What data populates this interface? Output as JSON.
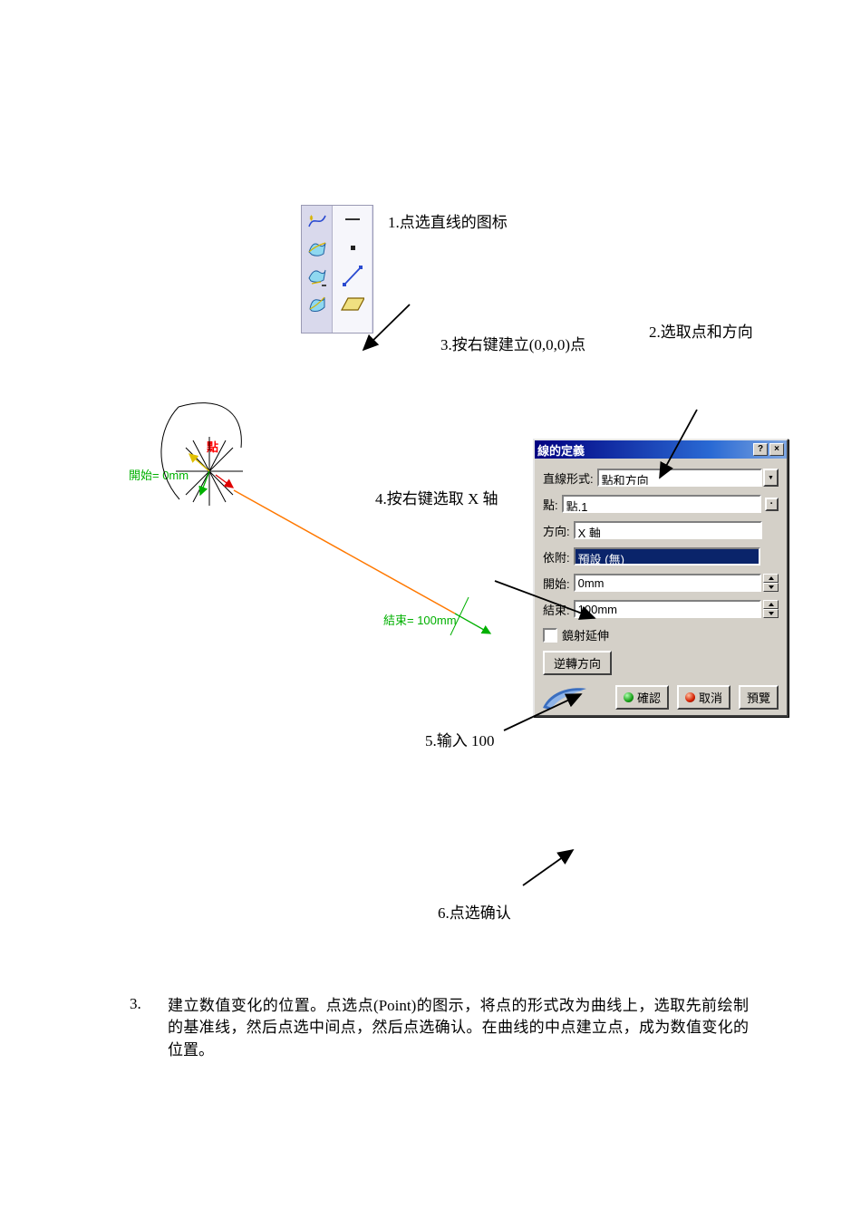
{
  "toolbar": {
    "icons_left": [
      "sweep-surface-icon",
      "loft-surface-icon",
      "offset-surface-icon",
      "fill-surface-icon"
    ],
    "icons_right": [
      "dash-icon",
      "point-icon",
      "line-icon",
      "plane-icon"
    ]
  },
  "annotations": {
    "step1": "1.点选直线的图标",
    "step2": "2.选取点和方向",
    "step3": "3.按右键建立(0,0,0)点",
    "step4": "4.按右键选取 X 轴",
    "step5": "5.输入 100",
    "step6": "6.点选确认"
  },
  "sketch": {
    "point_label": "點",
    "start_label": "開始= 0mm",
    "end_label": "結束= 100mm",
    "line_color": "#ff7800",
    "label_color": "#00b000",
    "point_color": "#ff0000"
  },
  "dialog": {
    "title": "線的定義",
    "help": "?",
    "close": "×",
    "rows": [
      {
        "label": "直線形式:",
        "value": "點和方向"
      },
      {
        "label": "點:",
        "value": "點.1"
      },
      {
        "label": "方向:",
        "value": "X 軸"
      },
      {
        "label": "依附:",
        "value": "預設 (無)"
      },
      {
        "label": "開始:",
        "value": "0mm"
      },
      {
        "label": "結束:",
        "value": "100mm"
      }
    ],
    "checkbox_label": "鏡射延伸",
    "reverse_button": "逆轉方向",
    "ok_button": "確認",
    "cancel_button": "取消",
    "preview_button": "預覽",
    "icons": {
      "dropdown": "▼",
      "dot": "·"
    },
    "colors": {
      "ok_ball": "#18a018",
      "cancel_ball": "#d41f00",
      "highlight_bg": "#0a246a",
      "titlebar": "#000080"
    }
  },
  "paragraph": {
    "number": "3.",
    "text": "建立数值变化的位置。点选点(Point)的图示，将点的形式改为曲线上，选取先前绘制的基准线，然后点选中间点，然后点选确认。在曲线的中点建立点，成为数值变化的位置。"
  }
}
